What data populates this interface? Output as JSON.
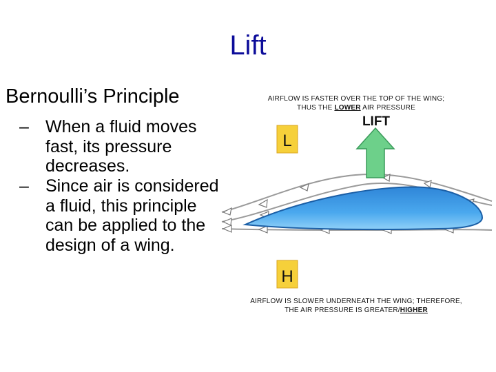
{
  "slide": {
    "title": "Lift",
    "main_bullet": "Bernoulli’s Principle",
    "sub_bullets": [
      {
        "dash": "–",
        "text": "When a fluid moves fast, its pressure decreases."
      },
      {
        "dash": "–",
        "text": "Since air is considered a fluid, this principle can be applied to the design of a wing."
      }
    ]
  },
  "diagram": {
    "top_caption_line1": "AIRFLOW IS FASTER OVER THE TOP OF THE WING;",
    "top_caption_line2_pre": "THUS THE ",
    "top_caption_line2_em": "LOWER",
    "top_caption_line2_post": " AIR PRESSURE",
    "lift_label": "LIFT",
    "low_label": "L",
    "high_label": "H",
    "bottom_caption_line1": "AIRFLOW IS SLOWER UNDERNEATH THE WING; THEREFORE,",
    "bottom_caption_line2_pre": "THE AIR PRESSURE IS GREATER/",
    "bottom_caption_line2_em": "HIGHER",
    "colors": {
      "title": "#0c0c9a",
      "wing": "#3d9ae6",
      "lift_arrow": "#6dd08a",
      "pressure_box": "#f6d03a",
      "flow_line": "#9a9a9a"
    }
  }
}
